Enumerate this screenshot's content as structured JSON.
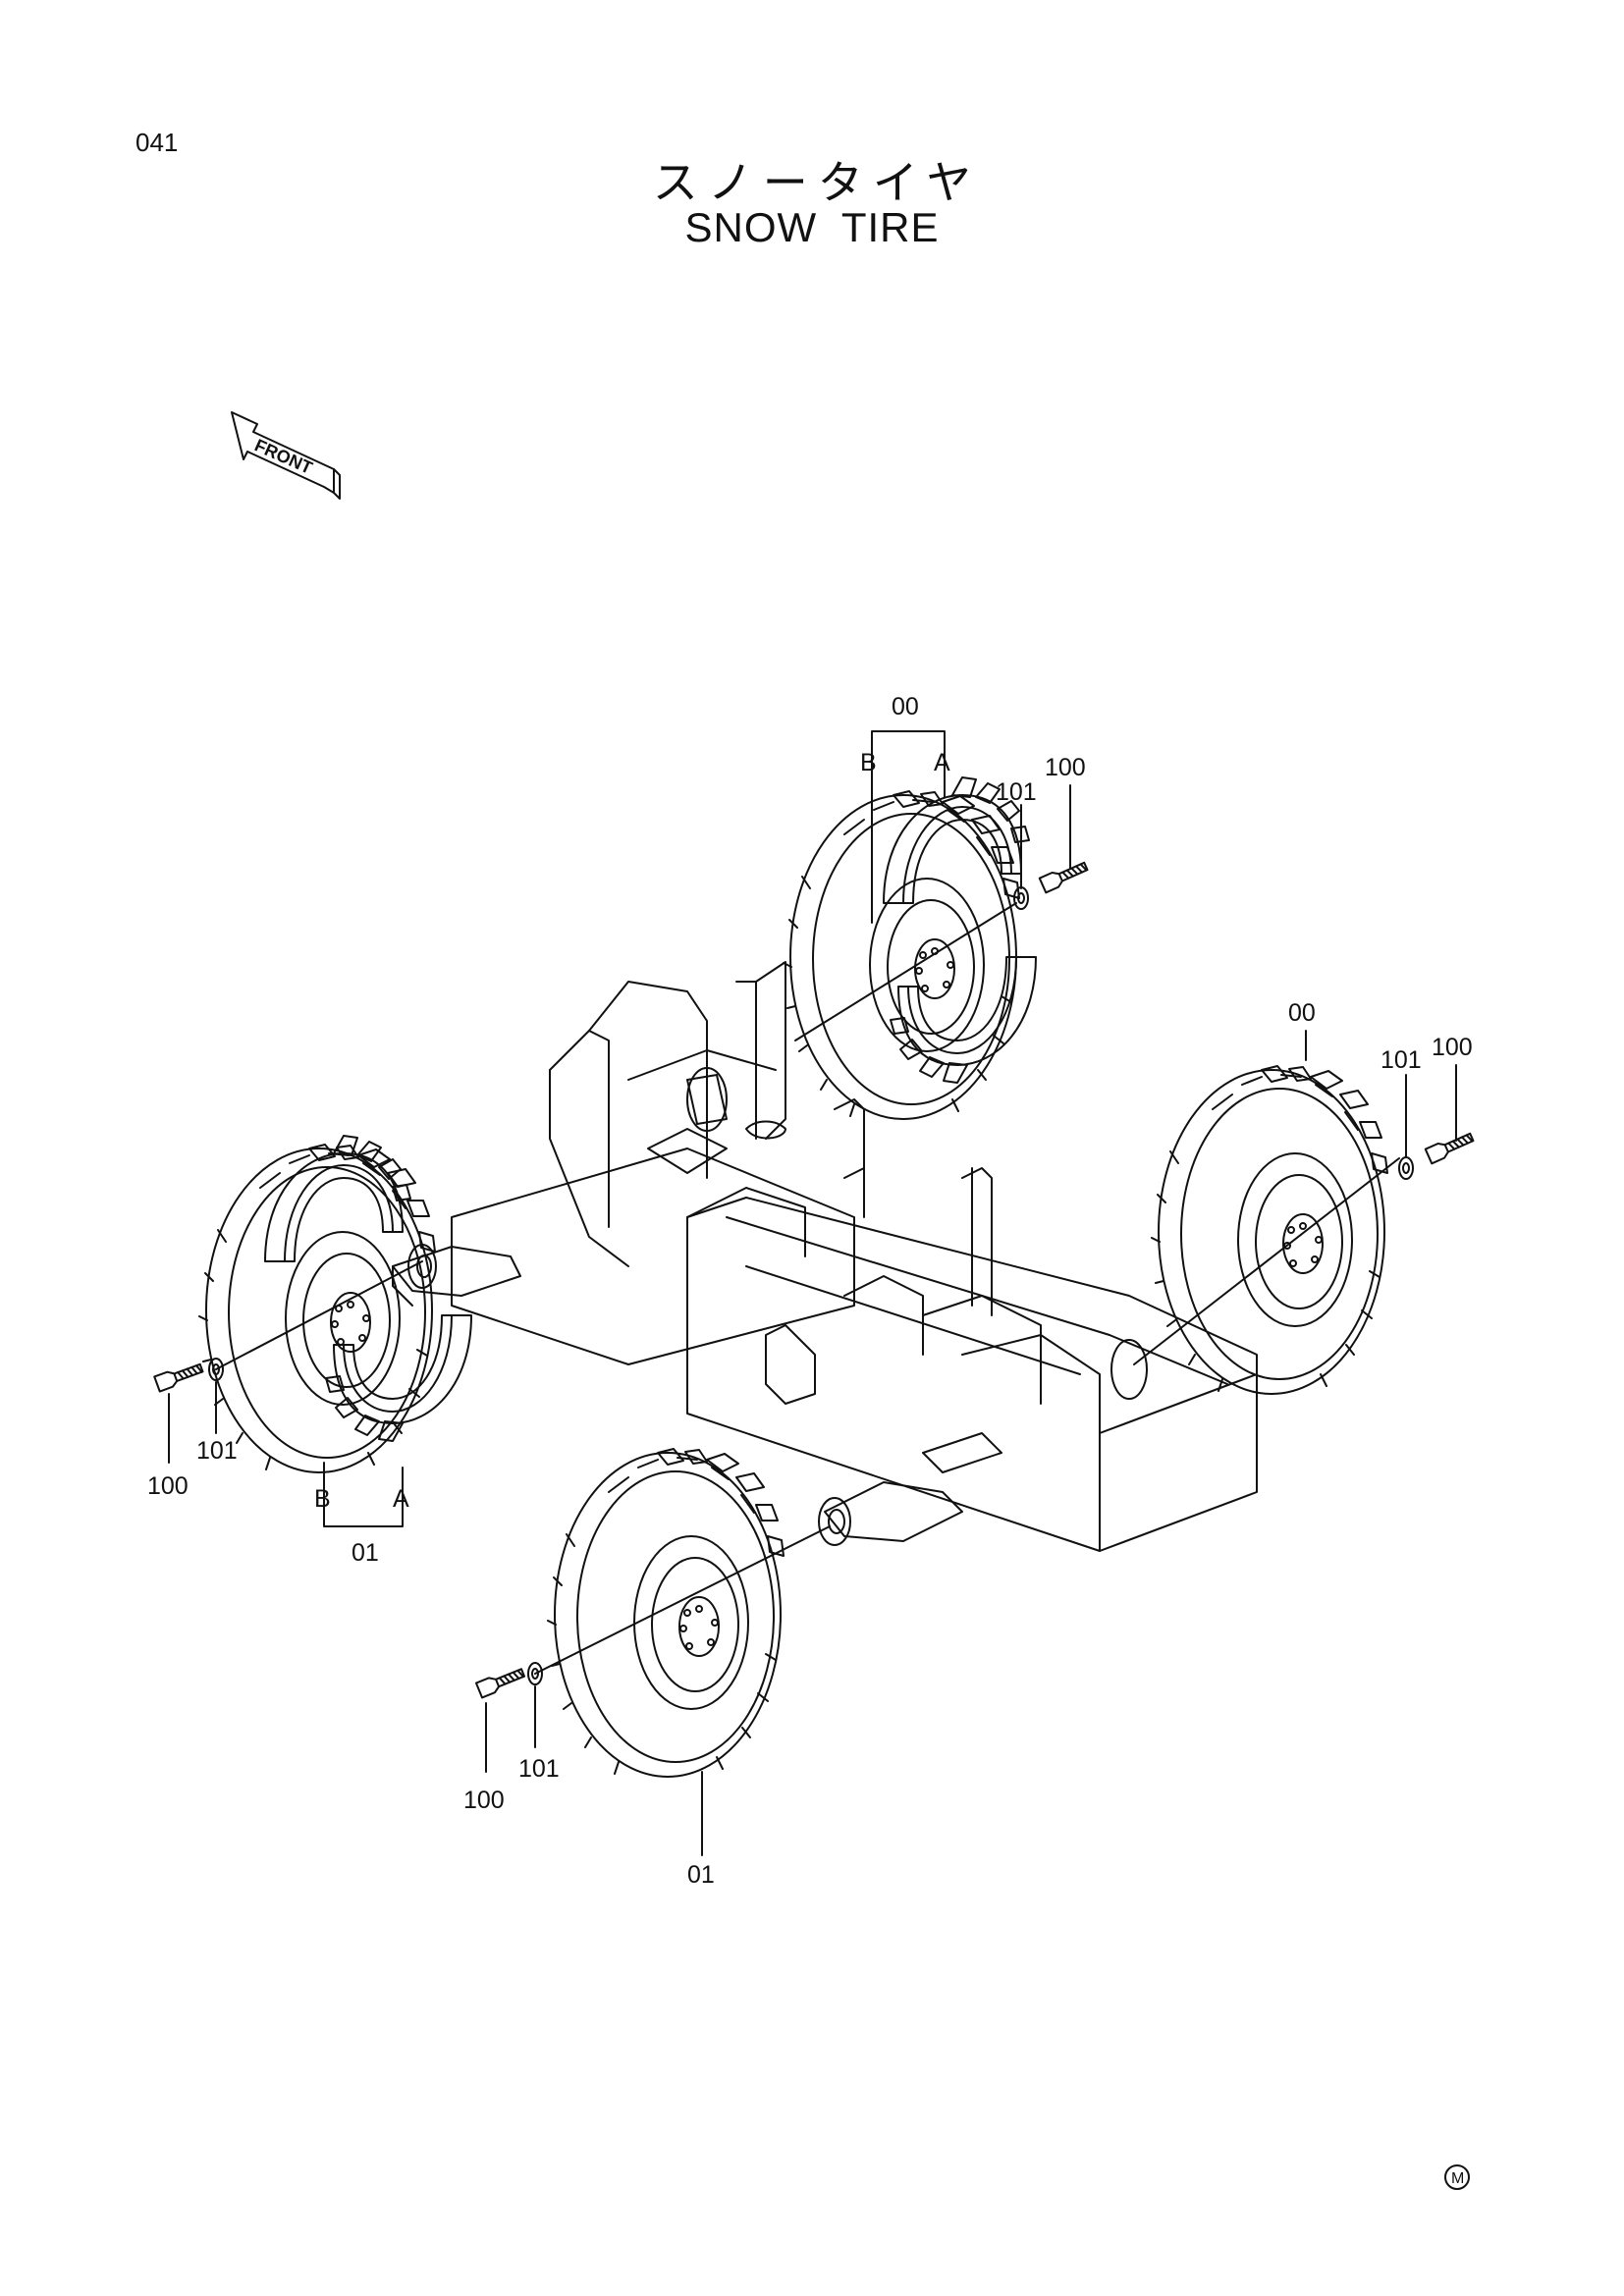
{
  "page_number": "041",
  "title_ja": "スノータイヤ",
  "title_en": [
    "SNOW",
    "TIRE"
  ],
  "front_arrow": "FRONT",
  "corner_mark": "M",
  "callouts": {
    "front_right_assembly": "00",
    "front_right_half_b": "B",
    "front_right_half_a": "A",
    "front_right_washer": "101",
    "front_right_bolt": "100",
    "rear_right_assembly": "00",
    "rear_right_washer": "101",
    "rear_right_bolt": "100",
    "front_left_bolt": "100",
    "front_left_washer": "101",
    "front_left_half_b": "B",
    "front_left_half_a": "A",
    "front_left_assembly": "01",
    "rear_left_bolt": "100",
    "rear_left_washer": "101",
    "rear_left_assembly": "01"
  }
}
